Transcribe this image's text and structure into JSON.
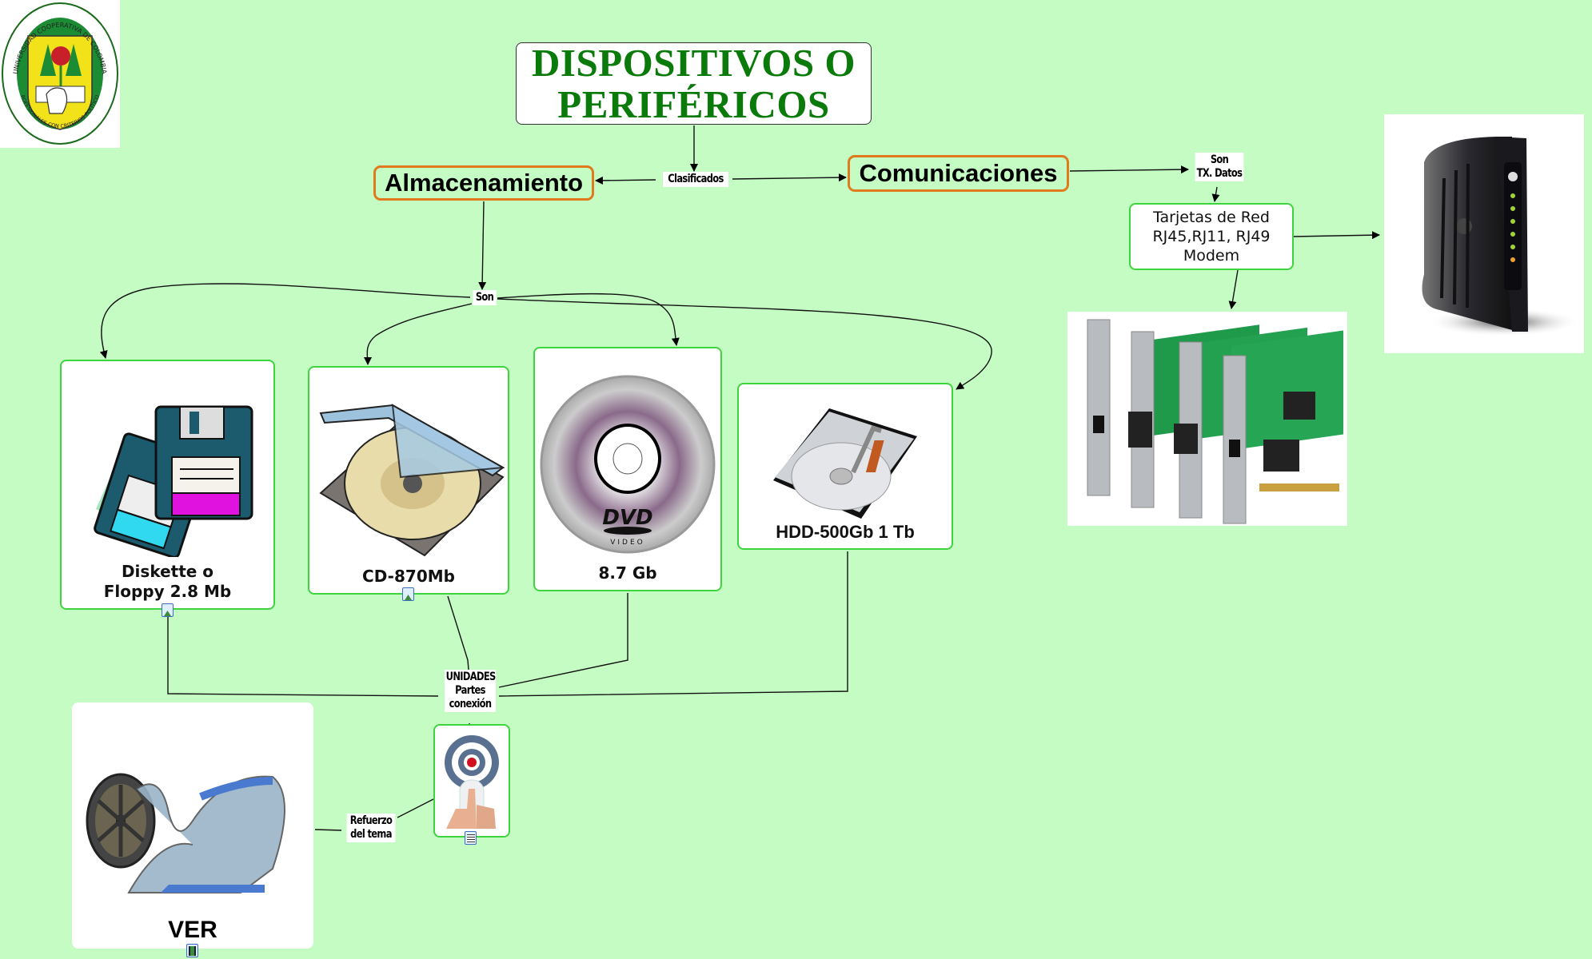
{
  "logo": {
    "institution_top": "UNIVERSIDAD COOPERATIVA DE COLOMBIA",
    "institution_bottom": "PROFESIONALES CON CRITERIOS POLÍTICOS"
  },
  "title": {
    "line1": "DISPOSITIVOS O",
    "line2": "PERIFÉRICOS"
  },
  "links": {
    "classified": "Clasificados",
    "storage_are": "Son",
    "comm_are_line1": "Son",
    "comm_are_line2": "TX. Datos",
    "units_line1": "UNIDADES",
    "units_line2": "Partes",
    "units_line3": "conexión",
    "reinforce_line1": "Refuerzo",
    "reinforce_line2": "del tema"
  },
  "categories": {
    "storage": "Almacenamiento",
    "communications": "Comunicaciones"
  },
  "communications": {
    "network_line1": "Tarjetas de Red",
    "network_line2": "RJ45,RJ11, RJ49",
    "network_line3": "Modem",
    "modem_image": "cable-modem-photo",
    "nic_image": "network-cards-photo"
  },
  "storage_devices": [
    {
      "line1": "Diskette o",
      "line2": "Floppy 2.8 Mb",
      "image": "floppy-disks-icon",
      "attachment": "image-attachment-icon"
    },
    {
      "line1": "CD-870Mb",
      "line2": "",
      "image": "cd-case-icon",
      "attachment": "image-attachment-icon"
    },
    {
      "line1": "8.7 Gb",
      "line2": "",
      "image": "dvd-disc-icon",
      "brand": "DVD",
      "brand_sub": "VIDEO"
    },
    {
      "line1": "HDD-500Gb 1 Tb",
      "line2": "",
      "image": "hard-drive-icon"
    }
  ],
  "resources": {
    "target_image": "target-click-icon",
    "video_label": "VER",
    "video_image": "film-reel-icon"
  },
  "colors": {
    "background": "#c4fcc4",
    "title_text": "#0a7a0a",
    "category_border": "#e07a1c",
    "node_border": "#3ed43e"
  }
}
